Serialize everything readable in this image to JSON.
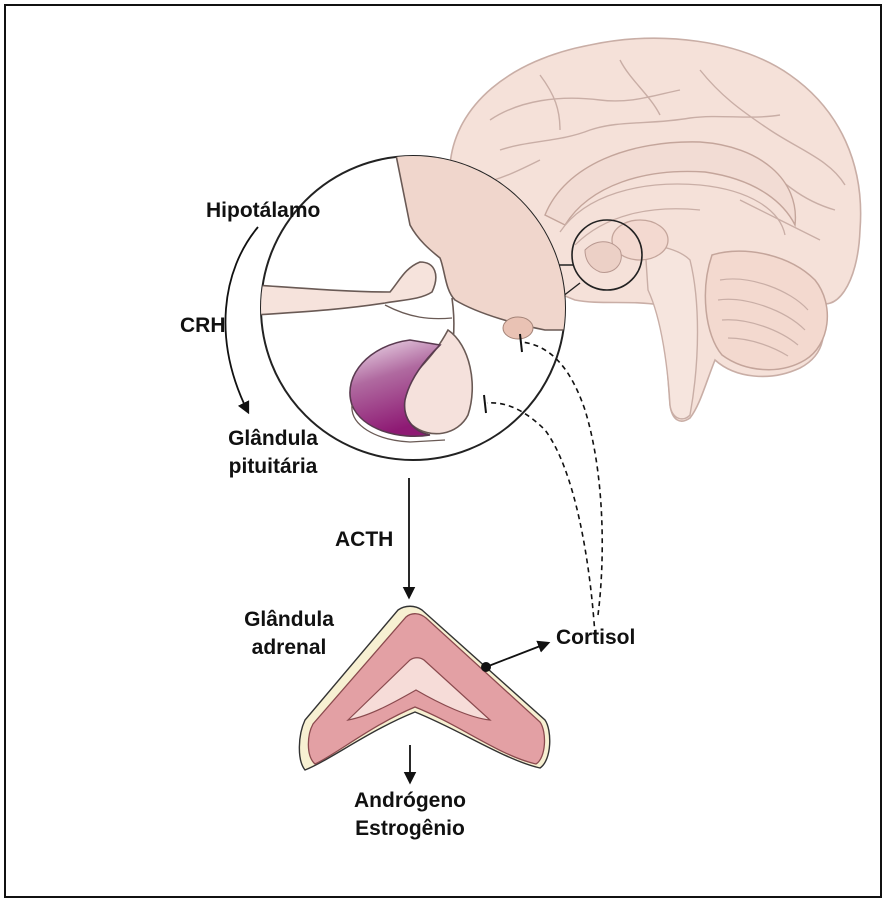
{
  "labels": {
    "hypothalamus": "Hipotálamo",
    "crh": "CRH",
    "pituitary_line1": "Glândula",
    "pituitary_line2": "pituitária",
    "acth": "ACTH",
    "adrenal_line1": "Glândula",
    "adrenal_line2": "adrenal",
    "cortisol": "Cortisol",
    "androgen": "Andrógeno",
    "estrogen": "Estrogênio"
  },
  "colors": {
    "brain_fill": "#f5e1d9",
    "brain_stroke": "#c9aea6",
    "adrenal_cortex": "#e3a0a4",
    "adrenal_capsule": "#f7f0d2",
    "adrenal_medulla": "#f6dcd8",
    "pituitary_anterior": "#8e1a74",
    "pituitary_posterior": "#f5e1dc",
    "line": "#111111"
  }
}
